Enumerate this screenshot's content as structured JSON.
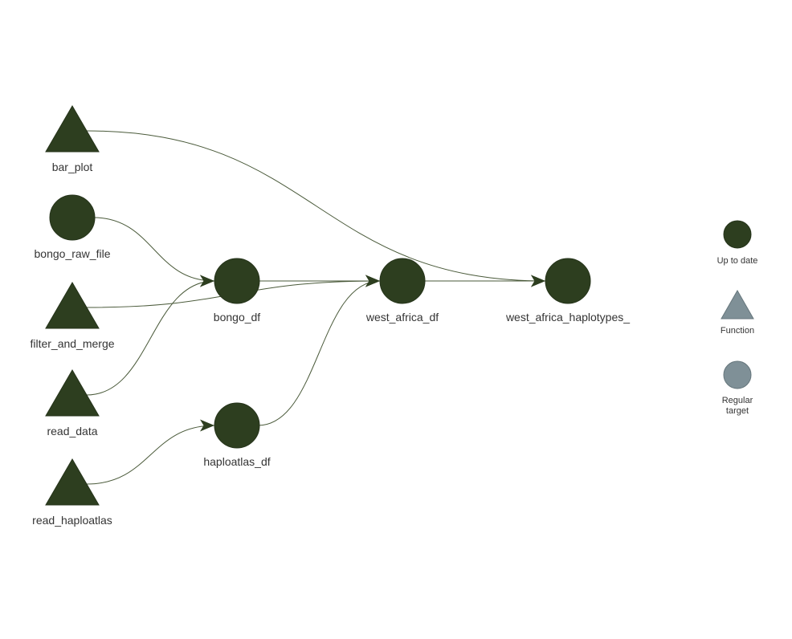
{
  "colors": {
    "up_to_date": "#2D3E1F",
    "legend_grey": "#7F9097",
    "edge": "#4a5a3a"
  },
  "nodes": [
    {
      "id": "bar_plot",
      "label": "bar_plot",
      "shape": "triangle",
      "status": "Up to date"
    },
    {
      "id": "bongo_raw_file",
      "label": "bongo_raw_file",
      "shape": "circle",
      "status": "Up to date"
    },
    {
      "id": "filter_and_merge",
      "label": "filter_and_merge",
      "shape": "triangle",
      "status": "Up to date"
    },
    {
      "id": "read_data",
      "label": "read_data",
      "shape": "triangle",
      "status": "Up to date"
    },
    {
      "id": "read_haploatlas",
      "label": "read_haploatlas",
      "shape": "triangle",
      "status": "Up to date"
    },
    {
      "id": "bongo_df",
      "label": "bongo_df",
      "shape": "circle",
      "status": "Up to date"
    },
    {
      "id": "haploatlas_df",
      "label": "haploatlas_df",
      "shape": "circle",
      "status": "Up to date"
    },
    {
      "id": "west_africa_df",
      "label": "west_africa_df",
      "shape": "circle",
      "status": "Up to date"
    },
    {
      "id": "west_africa_haplotypes_",
      "label": "west_africa_haplotypes_",
      "shape": "circle",
      "status": "Up to date"
    }
  ],
  "edges": [
    {
      "from": "bar_plot",
      "to": "west_africa_haplotypes_"
    },
    {
      "from": "bongo_raw_file",
      "to": "bongo_df"
    },
    {
      "from": "filter_and_merge",
      "to": "west_africa_df"
    },
    {
      "from": "read_data",
      "to": "bongo_df"
    },
    {
      "from": "read_haploatlas",
      "to": "haploatlas_df"
    },
    {
      "from": "bongo_df",
      "to": "west_africa_df"
    },
    {
      "from": "haploatlas_df",
      "to": "west_africa_df"
    },
    {
      "from": "west_africa_df",
      "to": "west_africa_haplotypes_"
    }
  ],
  "legend": {
    "up_to_date": "Up to date",
    "function": "Function",
    "regular_target_line1": "Regular",
    "regular_target_line2": "target"
  }
}
